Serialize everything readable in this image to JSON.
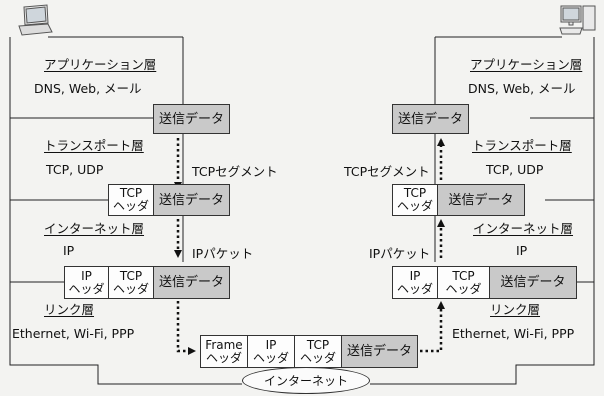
{
  "left": {
    "app_layer": "アプリケーション層",
    "app_protocols": "DNS, Web, メール",
    "transport_layer": "トランスポート層",
    "transport_protocols": "TCP, UDP",
    "internet_layer": "インターネット層",
    "internet_protocols": "IP",
    "link_layer": "リンク層",
    "link_protocols": "Ethernet, Wi-Fi, PPP",
    "tcp_segment_label": "TCPセグメント",
    "ip_packet_label": "IPパケット"
  },
  "right": {
    "app_layer": "アプリケーション層",
    "app_protocols": "DNS, Web, メール",
    "transport_layer": "トランスポート層",
    "transport_protocols": "TCP, UDP",
    "internet_layer": "インターネット層",
    "internet_protocols": "IP",
    "link_layer": "リンク層",
    "link_protocols": "Ethernet, Wi-Fi, PPP",
    "tcp_segment_label": "TCPセグメント",
    "ip_packet_label": "IPパケット"
  },
  "boxes": {
    "send_data": "送信データ",
    "tcp": "TCP",
    "ip": "IP",
    "frame": "Frame",
    "header": "ヘッダ"
  },
  "network": {
    "label": "インターネット"
  },
  "icons": {
    "left_device": "laptop-icon",
    "right_device": "desktop-computer-icon"
  }
}
